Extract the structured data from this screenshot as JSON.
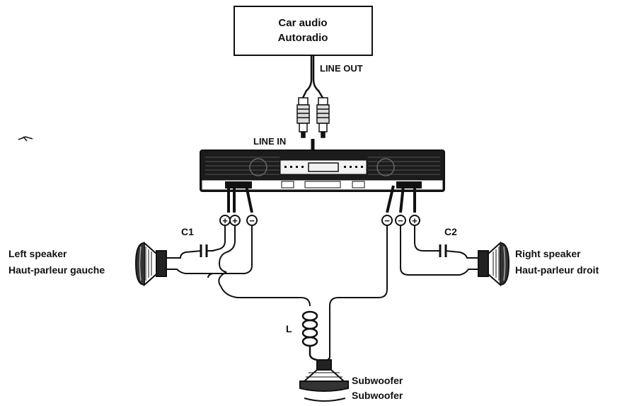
{
  "head_unit": {
    "line1": "Car audio",
    "line2": "Autoradio"
  },
  "labels": {
    "line_out": "LINE OUT",
    "line_in": "LINE IN",
    "c1": "C1",
    "c2": "C2",
    "inductor": "L"
  },
  "left_speaker": {
    "line1": "Left speaker",
    "line2": "Haut-parleur gauche"
  },
  "right_speaker": {
    "line1": "Right speaker",
    "line2": "Haut-parleur droit"
  },
  "subwoofer": {
    "line1": "Subwoofer",
    "line2": "Subwoofer"
  },
  "terminals": {
    "left_pos_a": "+",
    "left_pos_b": "+",
    "left_neg": "−",
    "right_neg_a": "−",
    "right_neg_b": "−",
    "right_pos": "+"
  }
}
